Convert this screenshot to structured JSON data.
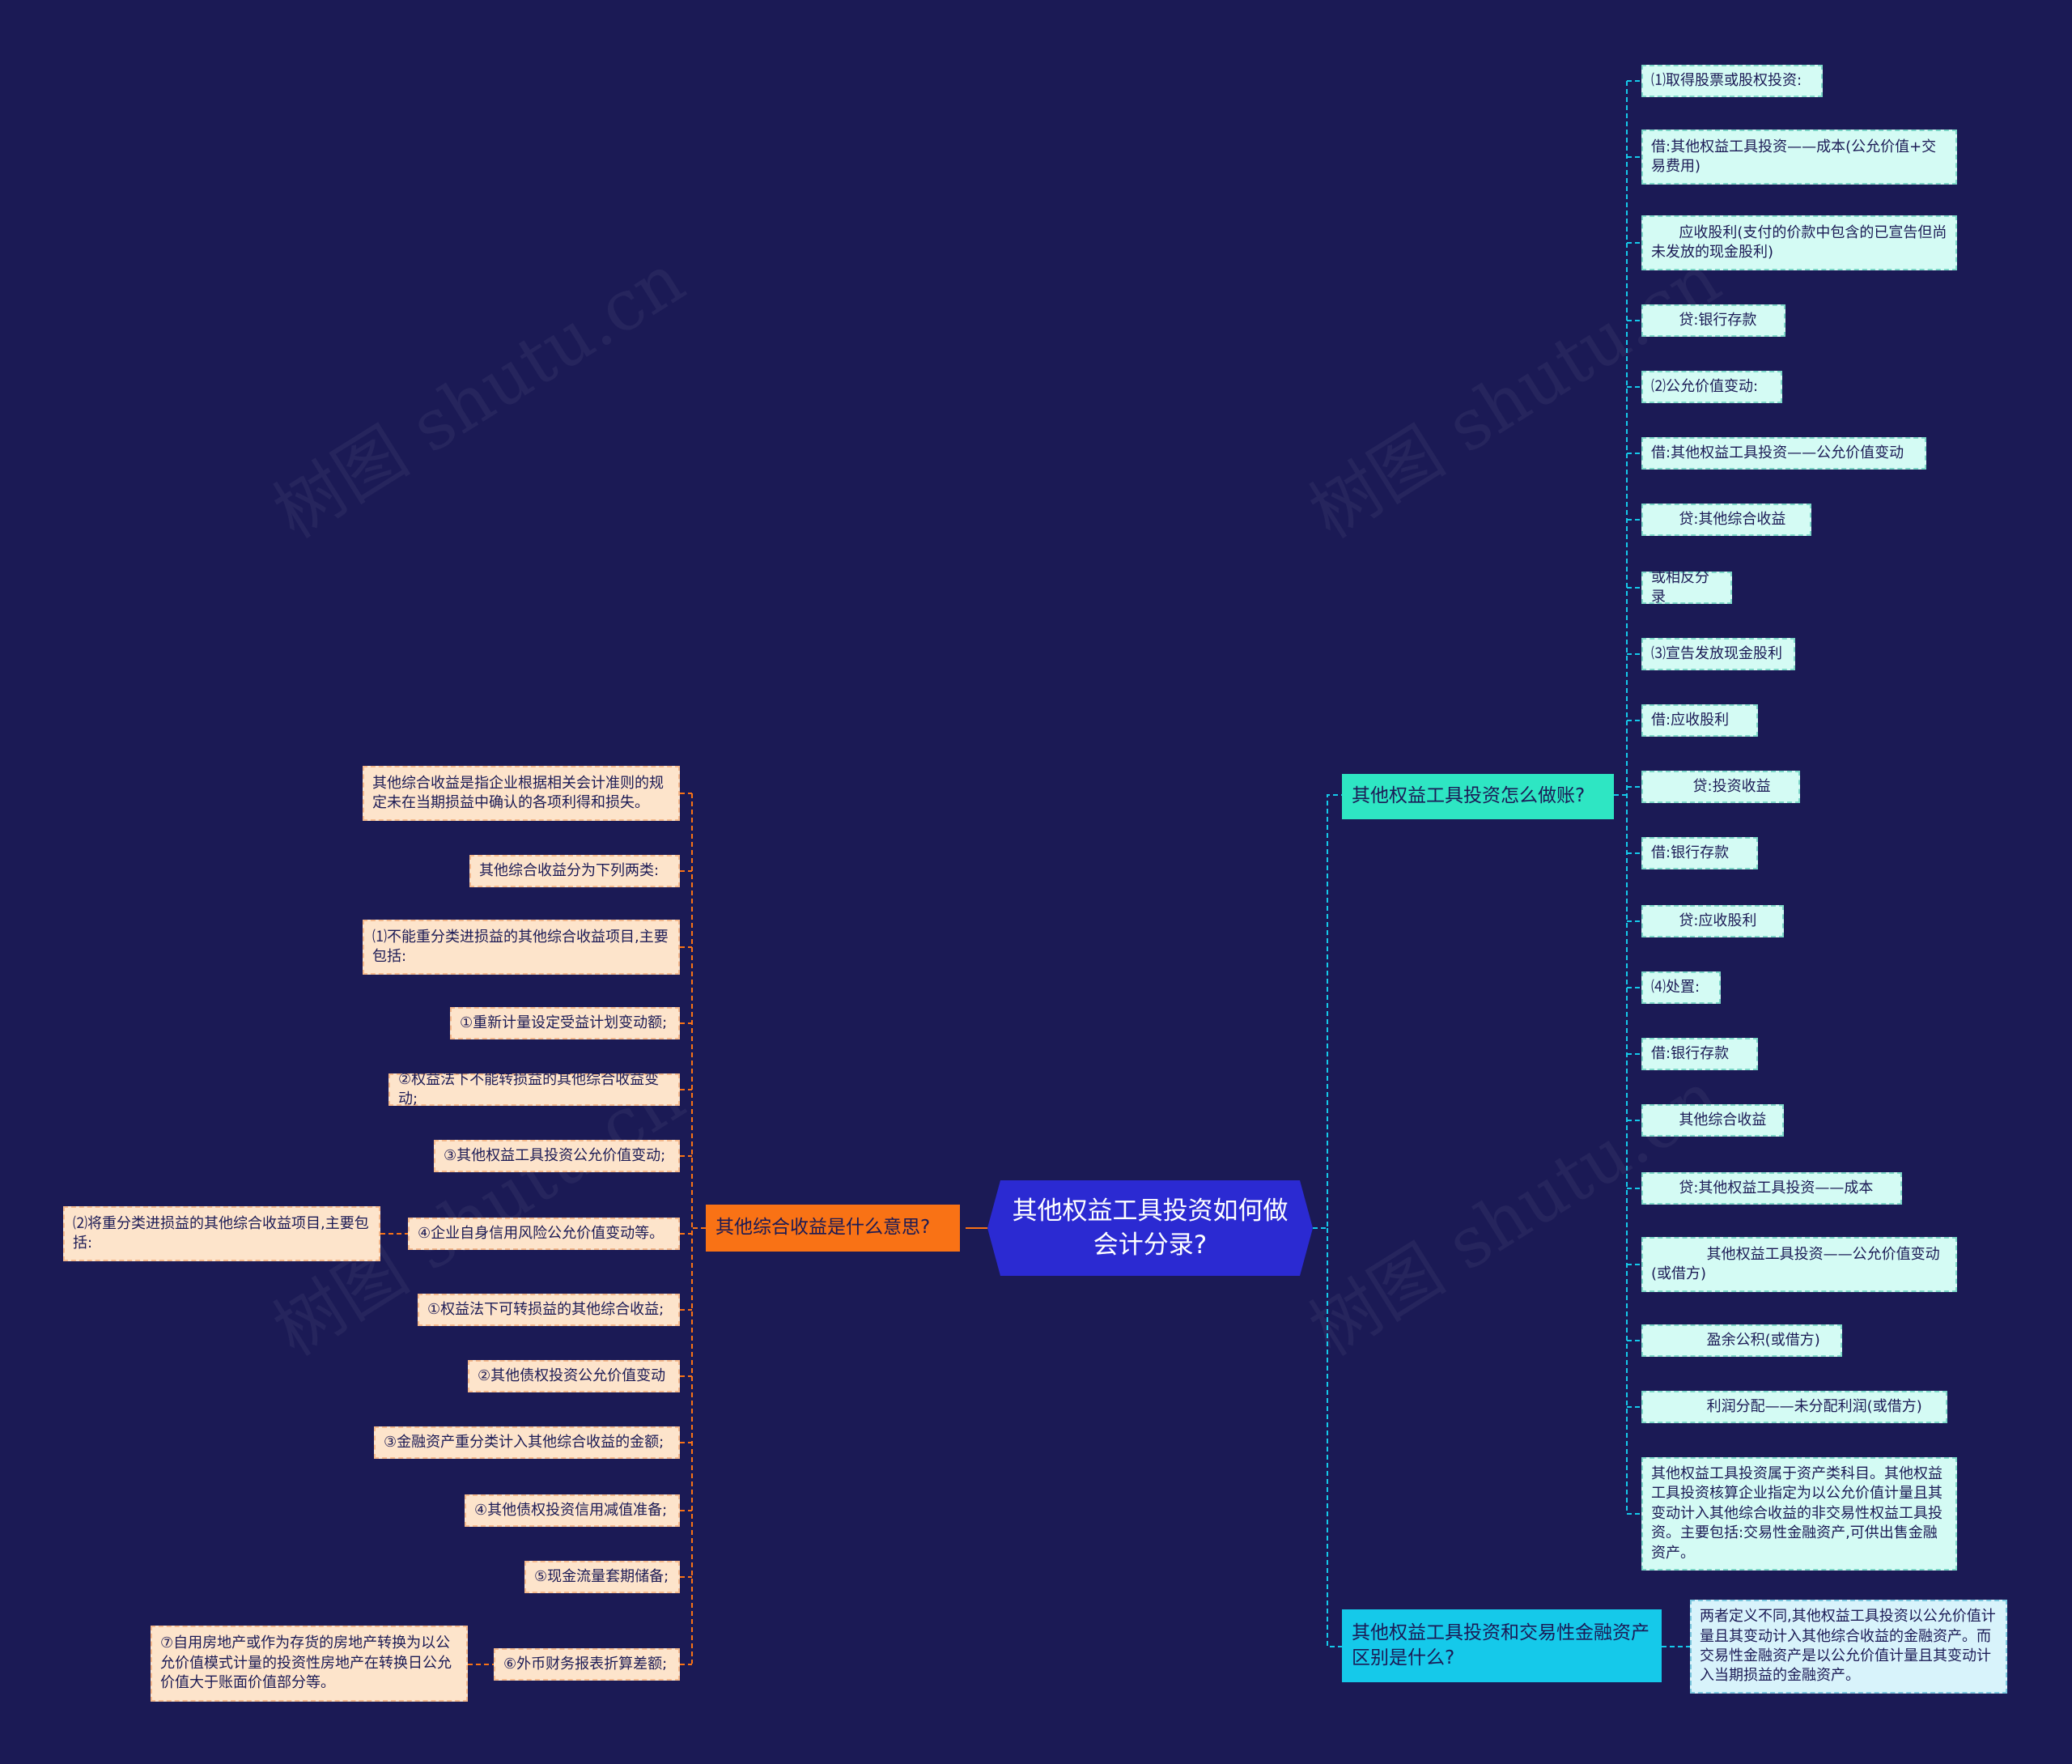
{
  "colors": {
    "background": "#1b1a55",
    "root": "#2b2ad2",
    "left_branch": "#f97215",
    "right_branch_1": "#2ee6c3",
    "right_branch_2": "#15c9ea",
    "left_line": "#f97215",
    "right_line": "#15c9ea"
  },
  "watermarks": [
    "树图 shutu.cn",
    "树图 shutu.cn",
    "树图 shutu.cn",
    "树图 shutu.cn"
  ],
  "root": {
    "label": "其他权益工具投资如何做会计分录?"
  },
  "branches": {
    "other_income": {
      "label": "其他综合收益是什么意思?",
      "items": [
        "其他综合收益是指企业根据相关会计准则的规定未在当期损益中确认的各项利得和损失。",
        "其他综合收益分为下列两类:",
        "⑴不能重分类进损益的其他综合收益项目,主要包括:",
        "①重新计量设定受益计划变动额;",
        "②权益法下不能转损益的其他综合收益变动;",
        "③其他权益工具投资公允价值变动;",
        "④企业自身信用风险公允价值变动等。",
        "①权益法下可转损益的其他综合收益;",
        "②其他债权投资公允价值变动",
        "③金融资产重分类计入其他综合收益的金额;",
        "④其他债权投资信用减值准备;",
        "⑤现金流量套期储备;",
        "⑥外币财务报表折算差额;"
      ],
      "sub_item_4": "⑵将重分类进损益的其他综合收益项目,主要包括:",
      "sub_item_12": "⑦自用房地产或作为存货的房地产转换为以公允价值模式计量的投资性房地产在转换日公允价值大于账面价值部分等。"
    },
    "how_to_account": {
      "label": "其他权益工具投资怎么做账?",
      "items": [
        "⑴取得股票或股权投资:",
        "借:其他权益工具投资——成本(公允价值+交易费用)",
        "      应收股利(支付的价款中包含的已宣告但尚未发放的现金股利)",
        "      贷:银行存款",
        "⑵公允价值变动:",
        "借:其他权益工具投资——公允价值变动",
        "      贷:其他综合收益",
        "或相反分录",
        "⑶宣告发放现金股利",
        "借:应收股利",
        "         贷:投资收益",
        "借:银行存款",
        "      贷:应收股利",
        "⑷处置:",
        "借:银行存款",
        "      其他综合收益",
        "      贷:其他权益工具投资——成本",
        "            其他权益工具投资——公允价值变动(或借方)",
        "            盈余公积(或借方)",
        "            利润分配——未分配利润(或借方)",
        "其他权益工具投资属于资产类科目。其他权益工具投资核算企业指定为以公允价值计量且其变动计入其他综合收益的非交易性权益工具投资。主要包括:交易性金融资产,可供出售金融资产。"
      ]
    },
    "difference": {
      "label": "其他权益工具投资和交易性金融资产区别是什么?",
      "items": [
        "两者定义不同,其他权益工具投资以公允价值计量且其变动计入其他综合收益的金融资产。而交易性金融资产是以公允价值计量且其变动计入当期损益的金融资产。"
      ]
    }
  }
}
